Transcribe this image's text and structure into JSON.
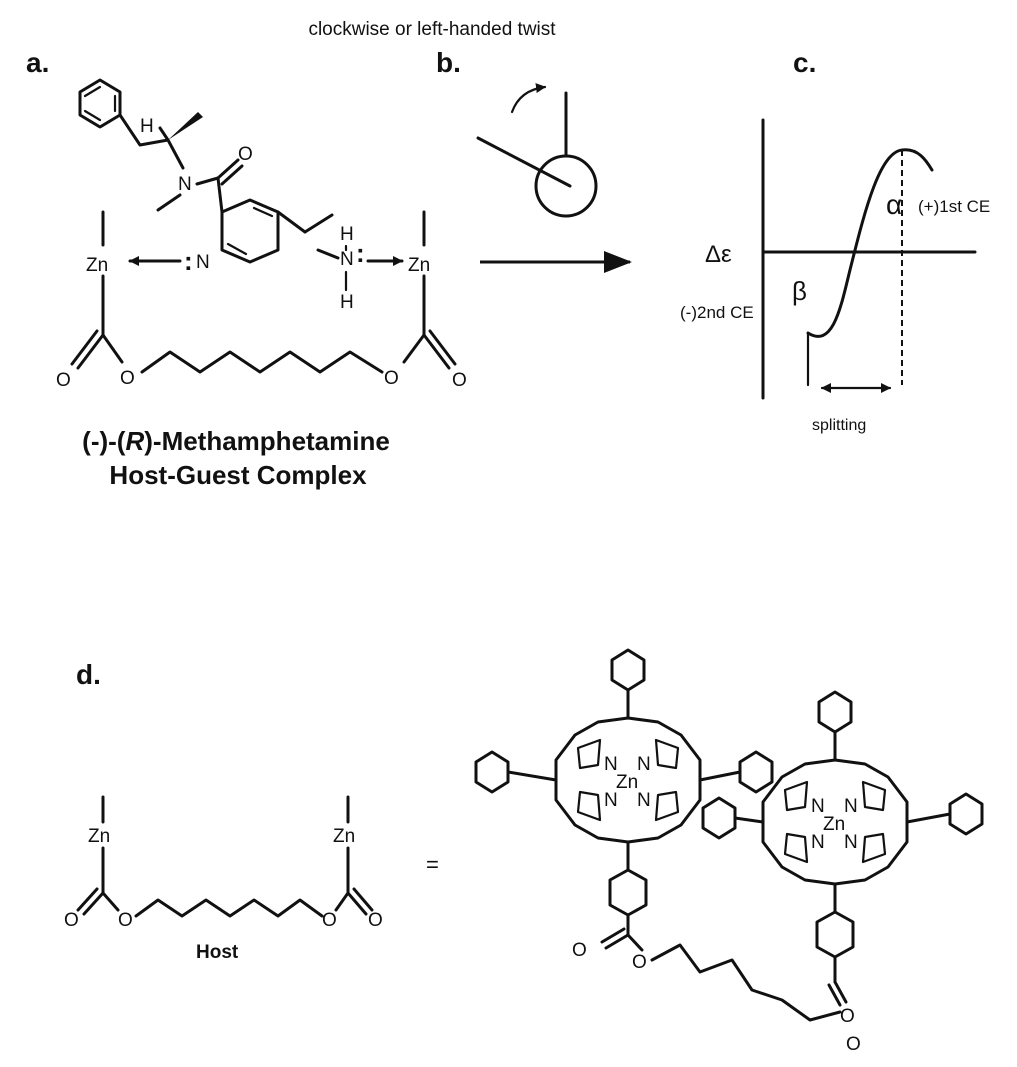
{
  "header": {
    "title": "clockwise or left-handed twist"
  },
  "panels": {
    "a": "a.",
    "b": "b.",
    "c": "c.",
    "d": "d."
  },
  "panel_a": {
    "caption_line1_prefix": "(-)-(",
    "caption_line1_italic": "R",
    "caption_line1_suffix": ")-Methamphetamine",
    "caption_line2": "Host-Guest Complex",
    "zn_label": "Zn",
    "n_label": "N",
    "h_label": "H",
    "o_label": "O",
    "lone_pair": ":"
  },
  "panel_c": {
    "delta_epsilon": "Δε",
    "alpha": "α",
    "beta": "β",
    "first_ce": "(+)1st CE",
    "second_ce": "(-)2nd CE",
    "splitting": "splitting"
  },
  "panel_d": {
    "host_label": "Host",
    "equals": "=",
    "zn_label": "Zn",
    "n_label": "N",
    "o_label": "O"
  }
}
